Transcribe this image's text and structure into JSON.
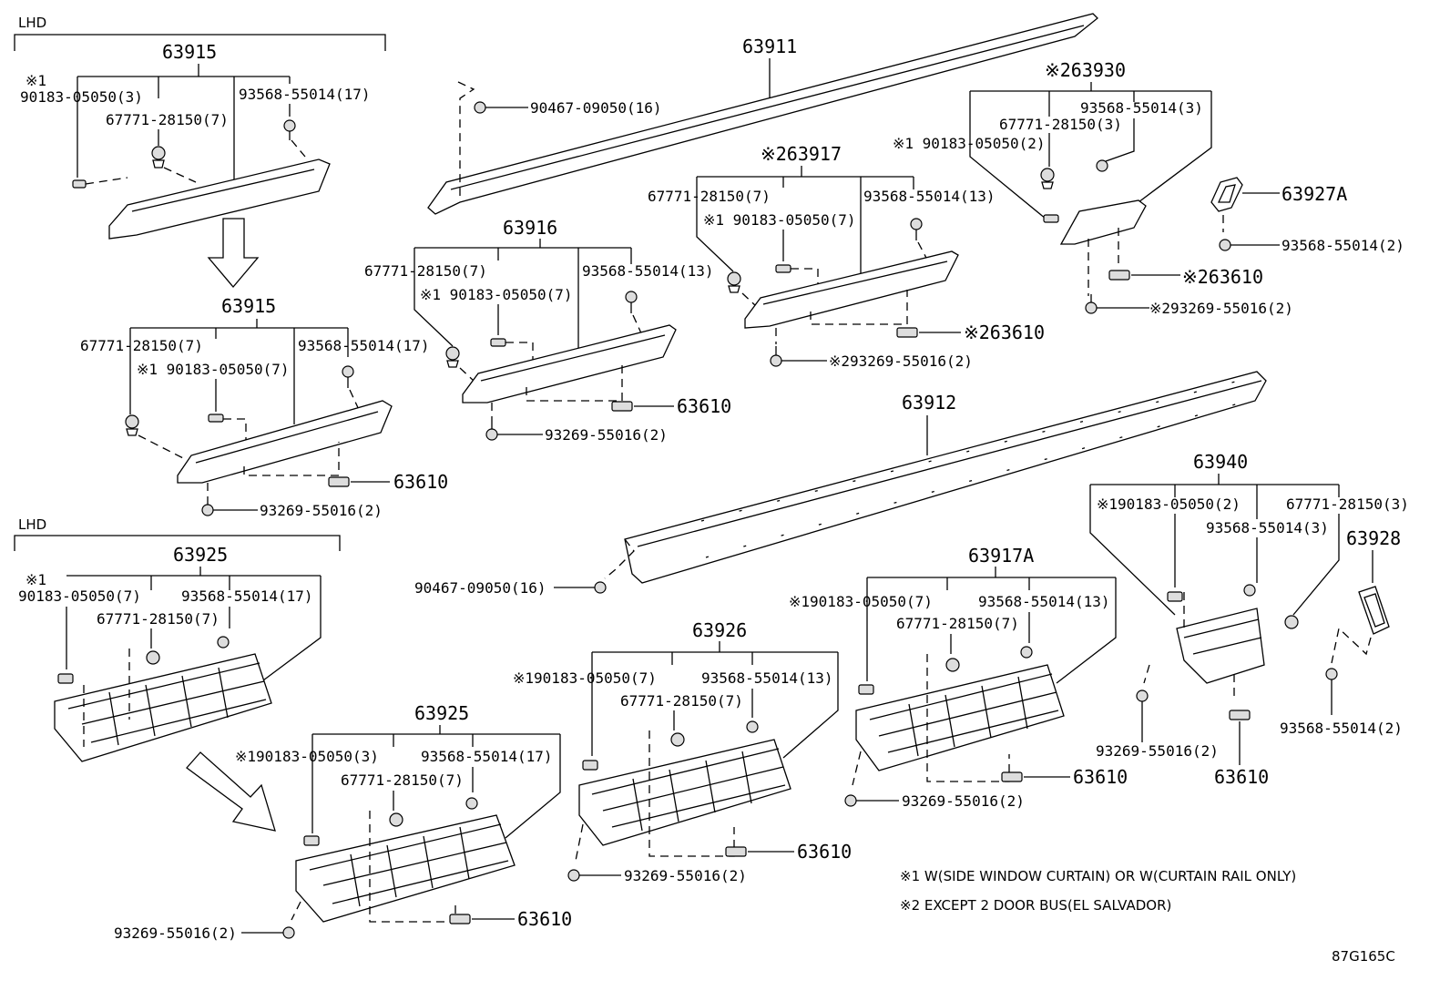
{
  "lhd_labels": [
    "LHD",
    "LHD"
  ],
  "groups": {
    "g1": {
      "title": "63915",
      "note": "※1",
      "left": "90183-05050(3)",
      "mid": "67771-28150(7)",
      "right": "93568-55014(17)"
    },
    "g2": {
      "title": "63915",
      "left": "67771-28150(7)",
      "mid": "※1 90183-05050(7)",
      "right": "93568-55014(17)",
      "bottom": "93269-55016(2)",
      "clip": "63610"
    },
    "g3": {
      "title": "63916",
      "left": "67771-28150(7)",
      "mid": "※1 90183-05050(7)",
      "right": "93568-55014(13)",
      "bottom": "93269-55016(2)",
      "clip": "63610"
    },
    "g4": {
      "title": "※263917",
      "left": "67771-28150(7)",
      "mid": "※1 90183-05050(7)",
      "right": "93568-55014(13)",
      "bottom": "※293269-55016(2)",
      "clip": "※263610"
    },
    "g5": {
      "title": "※263930",
      "left": "※1 90183-05050(2)",
      "mid": "67771-28150(3)",
      "right": "93568-55014(3)",
      "bottom": "※293269-55016(2)",
      "clip": "※263610"
    },
    "g6": {
      "title": "63927A",
      "bolt": "93568-55014(2)"
    },
    "g7": {
      "title": "63911",
      "pin": "90467-09050(16)"
    },
    "g8": {
      "title": "63912",
      "pin": "90467-09050(16)"
    },
    "g9": {
      "title": "63925",
      "note": "※1",
      "left": "90183-05050(7)",
      "mid": "67771-28150(7)",
      "right": "93568-55014(17)"
    },
    "g10": {
      "title": "63925",
      "left": "※190183-05050(3)",
      "mid": "67771-28150(7)",
      "right": "93568-55014(17)",
      "bottom": "93269-55016(2)",
      "clip": "63610"
    },
    "g11": {
      "title": "63926",
      "left": "※190183-05050(7)",
      "mid": "67771-28150(7)",
      "right": "93568-55014(13)",
      "bottom": "93269-55016(2)",
      "clip": "63610"
    },
    "g12": {
      "title": "63917A",
      "left": "※190183-05050(7)",
      "mid": "67771-28150(7)",
      "right": "93568-55014(13)",
      "bottom": "93269-55016(2)",
      "clip": "63610"
    },
    "g13": {
      "title": "63940",
      "left": "※190183-05050(2)",
      "mid": "93568-55014(3)",
      "right": "67771-28150(3)",
      "bottom": "93269-55016(2)",
      "clip": "63610"
    },
    "g14": {
      "title": "63928",
      "bolt": "93568-55014(2)"
    }
  },
  "notes": [
    "※1 W(SIDE WINDOW CURTAIN) OR W(CURTAIN RAIL ONLY)",
    "※2 EXCEPT 2 DOOR BUS(EL SALVADOR)"
  ],
  "figure_code": "87G165C"
}
